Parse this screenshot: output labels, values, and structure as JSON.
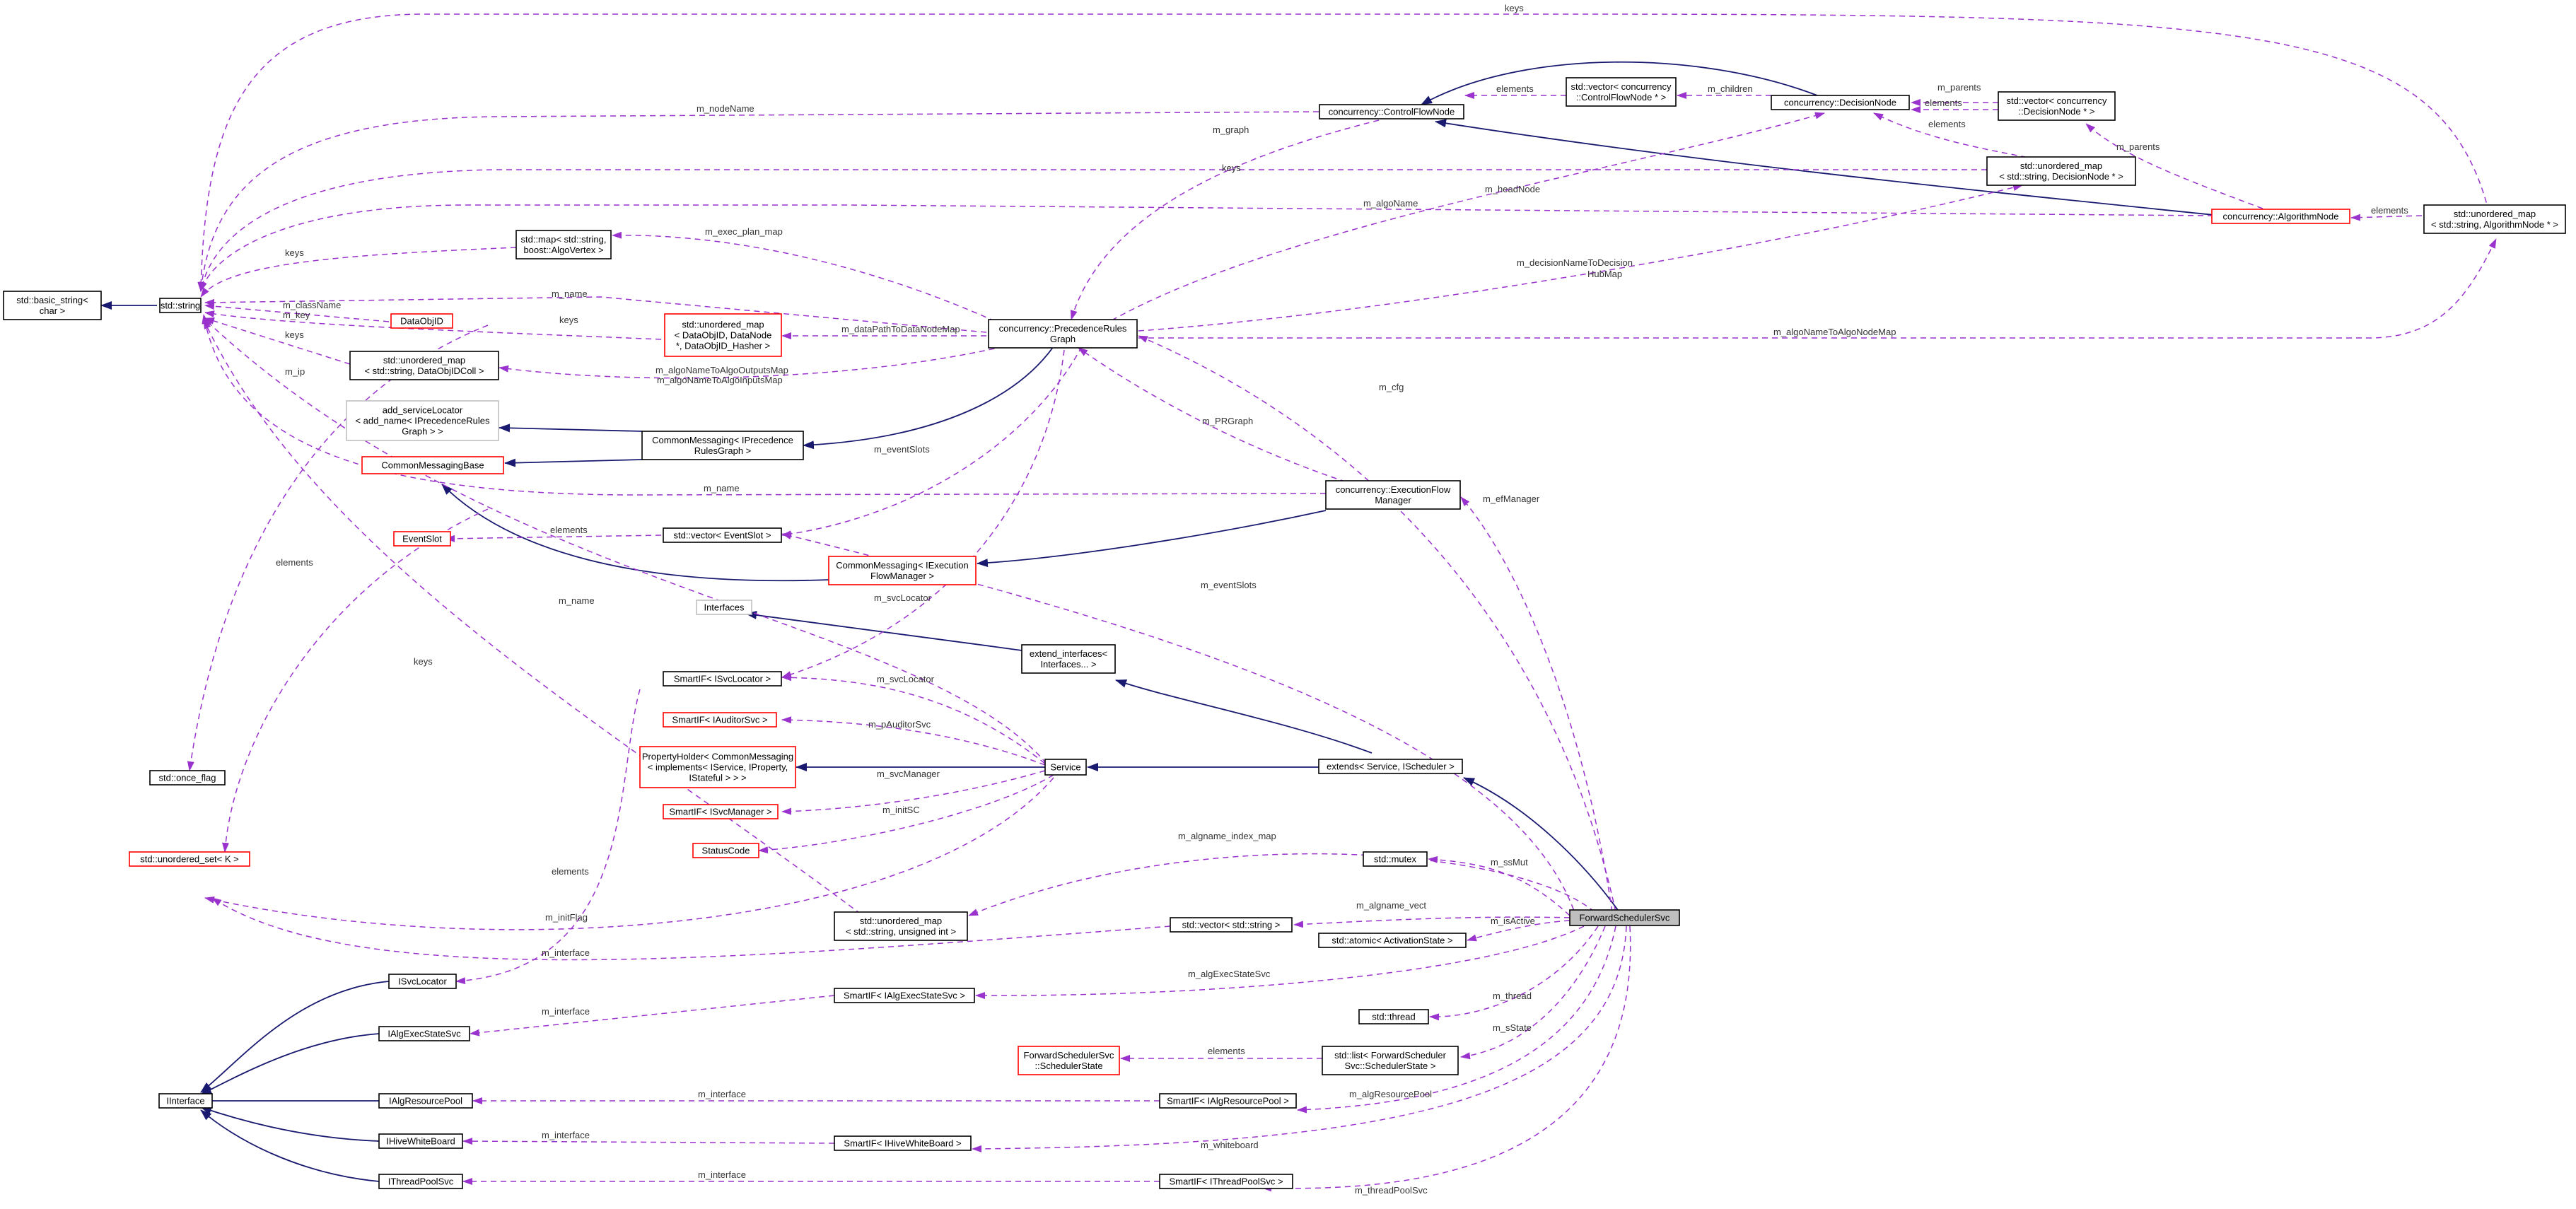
{
  "colors": {
    "dashed_edge": "#9a32cd",
    "inherit_edge": "#191970",
    "red_border": "#ff0000",
    "black_border": "#000000",
    "gray_border": "#bfbfbf",
    "focus_fill": "#bfbfbf"
  },
  "nodes": {
    "basic_string": [
      "std::basic_string<",
      "char >"
    ],
    "std_string": [
      "std::string"
    ],
    "once_flag": [
      "std::once_flag"
    ],
    "unordered_set_K": [
      "std::unordered_set< K >"
    ],
    "iinterface": [
      "IInterface"
    ],
    "map_algovertex": [
      "std::map< std::string,",
      "boost::AlgoVertex >"
    ],
    "dataobjid": [
      "DataObjID"
    ],
    "umap_dataobjidcoll": [
      "std::unordered_map",
      "< std::string, DataObjIDColl >"
    ],
    "umap_dataobjid_datanode": [
      "std::unordered_map",
      "< DataObjID, DataNode",
      " *, DataObjID_Hasher >"
    ],
    "add_servicelocator": [
      "add_serviceLocator",
      "< add_name< IPrecedenceRules",
      "Graph > >"
    ],
    "commonmessagingbase": [
      "CommonMessagingBase"
    ],
    "cm_iprecedence": [
      "CommonMessaging< IPrecedence",
      "RulesGraph >"
    ],
    "eventslot": [
      "EventSlot"
    ],
    "vector_eventslot": [
      "std::vector< EventSlot >"
    ],
    "cm_iexecution": [
      "CommonMessaging< IExecution",
      "FlowManager >"
    ],
    "interfaces": [
      "Interfaces"
    ],
    "smartif_isvclocator": [
      "SmartIF< ISvcLocator >"
    ],
    "smartif_iauditorsvc": [
      "SmartIF< IAuditorSvc >"
    ],
    "propertyholder": [
      "PropertyHolder< CommonMessaging",
      "< implements< IService, IProperty,",
      "IStateful > > >"
    ],
    "smartif_isvcmanager": [
      "SmartIF< ISvcManager >"
    ],
    "statuscode": [
      "StatusCode"
    ],
    "isvclocator": [
      "ISvcLocator"
    ],
    "ialgexecstatesvc": [
      "IAlgExecStateSvc"
    ],
    "ialgresourcepool": [
      "IAlgResourcePool"
    ],
    "ihivewhiteboard": [
      "IHiveWhiteBoard"
    ],
    "ithreadpoolsvc": [
      "IThreadPoolSvc"
    ],
    "controlflownode": [
      "concurrency::ControlFlowNode"
    ],
    "precedencerulesgraph": [
      "concurrency::PrecedenceRules",
      "Graph"
    ],
    "vector_controlflownode": [
      "std::vector< concurrency",
      "::ControlFlowNode * >"
    ],
    "decisionnode": [
      "concurrency::DecisionNode"
    ],
    "vector_decisionnode": [
      "std::vector< concurrency",
      "::DecisionNode * >"
    ],
    "umap_decisionnode": [
      "std::unordered_map",
      "< std::string, DecisionNode * >"
    ],
    "algorithmnode": [
      "concurrency::AlgorithmNode"
    ],
    "umap_algorithmnode": [
      "std::unordered_map",
      "< std::string, AlgorithmNode * >"
    ],
    "executionflowmanager": [
      "concurrency::ExecutionFlow",
      "Manager"
    ],
    "extend_interfaces": [
      "extend_interfaces<",
      "Interfaces... >"
    ],
    "service": [
      "Service"
    ],
    "extends_service": [
      "extends< Service, IScheduler >"
    ],
    "umap_unsigned": [
      "std::unordered_map",
      "< std::string, unsigned int >"
    ],
    "vector_string": [
      "std::vector< std::string >"
    ],
    "smartif_ialgexecstatesvc": [
      "SmartIF< IAlgExecStateSvc >"
    ],
    "schedulerstate": [
      "ForwardSchedulerSvc",
      "::SchedulerState"
    ],
    "list_schedulerstate": [
      "std::list< ForwardScheduler",
      "Svc::SchedulerState >"
    ],
    "smartif_ialgresourcepool": [
      "SmartIF< IAlgResourcePool >"
    ],
    "smartif_ihivewhiteboard": [
      "SmartIF< IHiveWhiteBoard >"
    ],
    "smartif_ithreadpoolsvc": [
      "SmartIF< IThreadPoolSvc >"
    ],
    "std_mutex": [
      "std::mutex"
    ],
    "atomic_activationstate": [
      "std::atomic< ActivationState >"
    ],
    "std_thread": [
      "std::thread"
    ],
    "forwardschedulersvc": [
      "ForwardSchedulerSvc"
    ]
  },
  "edge_labels": {
    "keys_top": "keys",
    "m_nodeName": "m_nodeName",
    "m_graph": "m_graph",
    "elements_cfn": "elements",
    "m_children": "m_children",
    "m_parents_dn": "m_parents",
    "elements_dn": "elements",
    "elements_dn2": "elements",
    "m_parents_an": "m_parents",
    "keys_dn": "keys",
    "m_algoName": "m_algoName",
    "m_headNode": "m_headNode",
    "elements_an": "elements",
    "keys_map": "keys",
    "m_exec_plan_map": "m_exec_plan_map",
    "m_className": "m_className",
    "m_key": "m_key",
    "m_name_prg": "m_name",
    "keys_dataobj": "keys",
    "m_dataPathToDataNodeMap": "m_dataPathToDataNodeMap",
    "m_decisionNameToDecisionHubMap_1": "m_decisionNameToDecision",
    "m_decisionNameToDecisionHubMap_2": "HubMap",
    "m_algoNameToAlgoNodeMap": "m_algoNameToAlgoNodeMap",
    "keys_coll": "keys",
    "m_algoNameToAlgoOutputsMap": "m_algoNameToAlgoOutputsMap",
    "m_algoNameToAlgoInputsMap": "m_algoNameToAlgoInputsMap",
    "m_ip": "m_ip",
    "m_cfg": "m_cfg",
    "m_PRGraph": "m_PRGraph",
    "m_eventSlots_prg": "m_eventSlots",
    "m_name_efm": "m_name",
    "m_efManager": "m_efManager",
    "elements_es": "elements",
    "elements_set": "elements",
    "m_eventSlots_fss": "m_eventSlots",
    "m_svcLocator_prg": "m_svcLocator",
    "m_name_svc": "m_name",
    "keys_big": "keys",
    "m_svcLocator": "m_svcLocator",
    "m_pAuditorSvc": "m_pAuditorSvc",
    "m_svcManager": "m_svcManager",
    "m_initSC": "m_initSC",
    "m_algname_index_map": "m_algname_index_map",
    "m_ssMut": "m_ssMut",
    "elements_vs": "elements",
    "m_initFlag": "m_initFlag",
    "m_algname_vect": "m_algname_vect",
    "m_isActive": "m_isActive",
    "m_interface_sl": "m_interface",
    "m_algExecStateSvc": "m_algExecStateSvc",
    "m_interface_aes": "m_interface",
    "m_thread": "m_thread",
    "elements_ss": "elements",
    "m_sState": "m_sState",
    "m_interface_arp": "m_interface",
    "m_algResourcePool": "m_algResourcePool",
    "m_interface_hwb": "m_interface",
    "m_whiteboard": "m_whiteboard",
    "m_interface_tps": "m_interface",
    "m_threadPoolSvc": "m_threadPoolSvc"
  }
}
